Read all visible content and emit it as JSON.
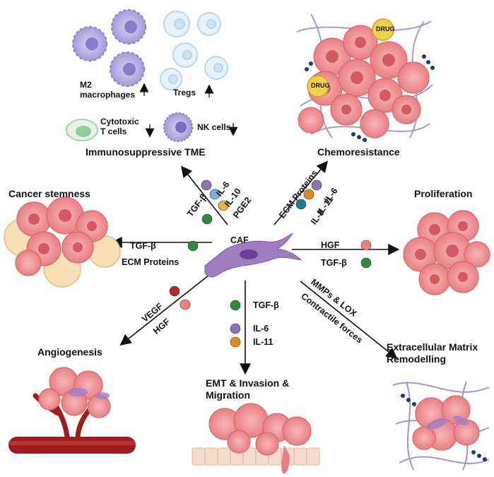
{
  "center": {
    "label": "CAF"
  },
  "immune": {
    "title": "Immunosuppressive TME",
    "m2": "M2\nmacrophages",
    "tregs": "Tregs",
    "cytotoxic": "Cytotoxic\nT cells",
    "nk": "NK cells",
    "factors": [
      "TGF-β",
      "IL-6",
      "IL-10",
      "PGE2"
    ]
  },
  "chemo": {
    "title": "Chemoresistance",
    "drug": "DRUG",
    "factors": [
      "ECM Proteins",
      "IL-6",
      "IL-11",
      "IL-8"
    ]
  },
  "stemness": {
    "title": "Cancer stemness",
    "factors": [
      "TGF-β",
      "ECM Proteins"
    ]
  },
  "proliferation": {
    "title": "Proliferation",
    "factors": [
      "HGF",
      "TGF-β"
    ]
  },
  "angiogenesis": {
    "title": "Angiogenesis",
    "factors": [
      "VEGF",
      "HGF"
    ]
  },
  "emt": {
    "title": "EMT & Invasion &\nMigration",
    "factors": [
      "TGF-β",
      "IL-6",
      "IL-11"
    ]
  },
  "ecm": {
    "title": "Extracellular Matrix\nRemodelling",
    "factors": [
      "MMPs & LOX",
      "Contractile forces"
    ]
  },
  "colors": {
    "tgf": "#2e8b3e",
    "il6": "#8e72b8",
    "il10": "#6fb4e0",
    "pge2": "#e8b33a",
    "il11": "#e08a1e",
    "il8": "#1f7a8c",
    "hgf": "#f08080",
    "vegf": "#b22a2a",
    "tumor": "#f08a8a",
    "caf": "#a07cc0",
    "vessel": "#9e1b1b"
  }
}
